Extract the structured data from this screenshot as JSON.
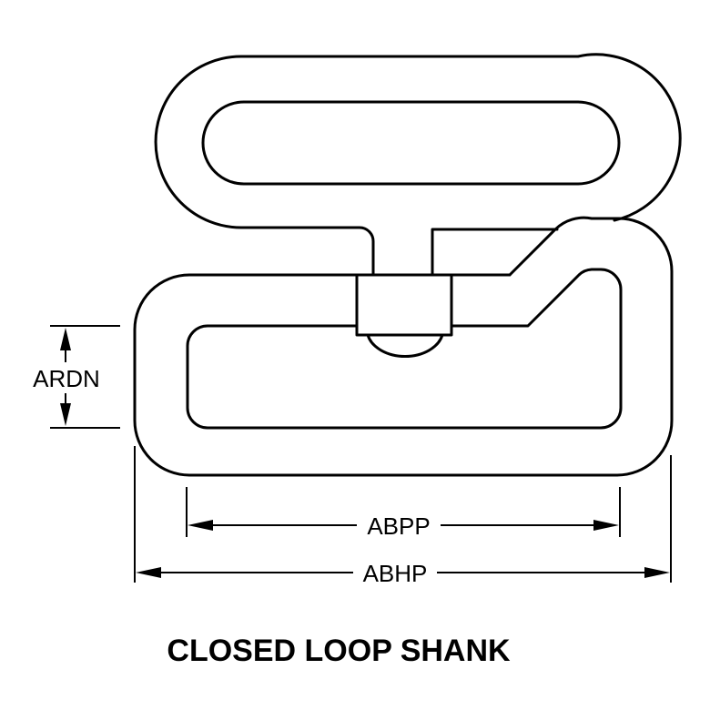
{
  "diagram": {
    "title": "CLOSED LOOP SHANK",
    "dimensions": {
      "loop_height": "ARDN",
      "inner_width": "ABPP",
      "overall_width": "ABHP"
    },
    "parts": {
      "top_loop": "closed-loop",
      "shank_block": "shank",
      "bottom_hook": "snap-hook"
    }
  }
}
